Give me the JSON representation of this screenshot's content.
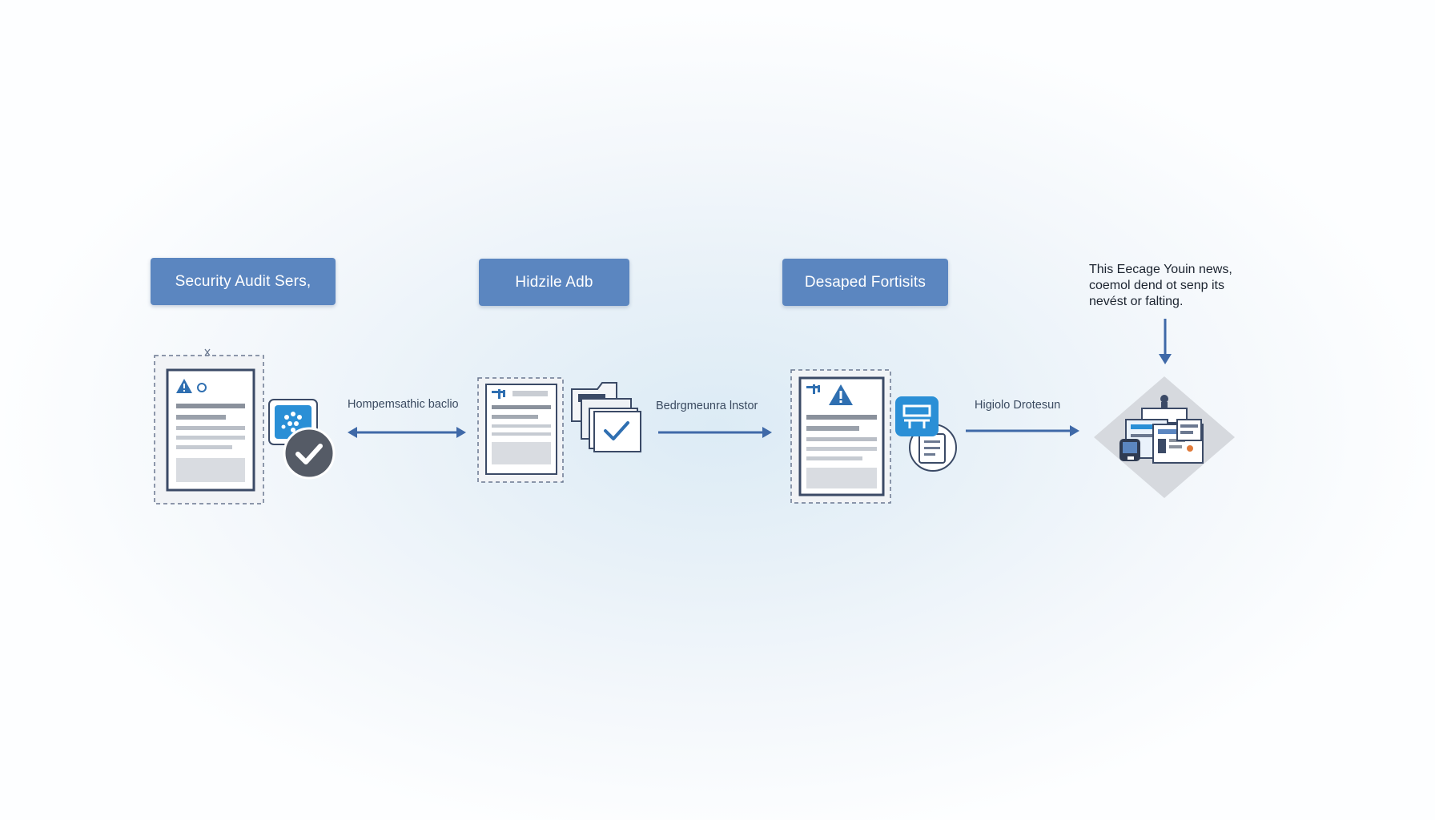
{
  "stages": [
    {
      "label": "Security Audit Sers,"
    },
    {
      "label": "Hidzile Adb"
    },
    {
      "label": "Desaped Fortisits"
    }
  ],
  "connectors": [
    {
      "label": "Hompemsathic baclio"
    },
    {
      "label": "Bedrgmeunra lnstor"
    },
    {
      "label": "Higiolo Drotesun"
    }
  ],
  "callout": {
    "lines": [
      "This Eecage Youin news,",
      "coemol dend ot senp its",
      "nevést or falting."
    ]
  },
  "colors": {
    "accent": "#5b86c0",
    "arrow": "#3f69a8",
    "icon_blue": "#2a8fd6",
    "doc_border": "#3b4a66",
    "check_dark": "#555b66",
    "diamond": "#d6d9de"
  }
}
